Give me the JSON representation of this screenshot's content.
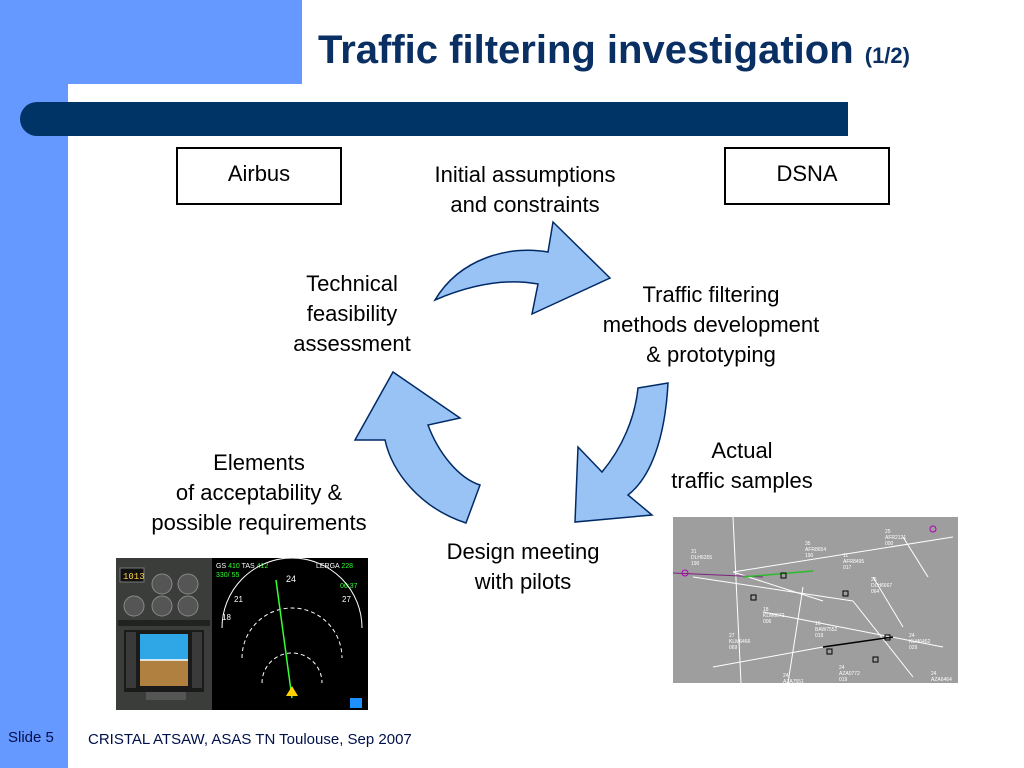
{
  "slide": {
    "title": "Traffic filtering investigation",
    "title_suffix": "(1/2)",
    "boxes": {
      "left": "Airbus",
      "right": "DSNA"
    },
    "cycle": {
      "top": "Initial assumptions\nand constraints",
      "left": "Technical\nfeasibility\nassessment",
      "right": "Traffic filtering\nmethods development\n& prototyping",
      "bottom": "Design meeting\nwith pilots"
    },
    "side_notes": {
      "left": "Elements\nof acceptability &\npossible requirements",
      "right": "Actual\ntraffic samples"
    },
    "cockpit_display": {
      "left_box": "1013",
      "gs": "GS",
      "gs_val": "410",
      "tas": "TAS",
      "tas_val": "412",
      "wind": "330/  55",
      "waypoint": "LERGA",
      "wp_dist": "228",
      "wp_eta": "06:37",
      "scale": [
        "21",
        "24",
        "27",
        "18"
      ]
    },
    "radar_labels": [
      "31\nDLH6355\n190",
      "35\nAFR8654\n190",
      "11\nAFR8495\n017",
      "25\nAFR2121\n000",
      "25\nDLH6667\n064",
      "16\nBAW7552\n019",
      "27\nKLM6466\n069",
      "24\nKLM6462\n029",
      "24\nAZA7551",
      "24\nAZA6464\n030",
      "24\nAZA0772\n019",
      "18\nKLM6672\n006"
    ],
    "footer": {
      "slide_no": "Slide 5",
      "event": "CRISTAL ATSAW,  ASAS TN Toulouse, Sep 2007"
    }
  }
}
